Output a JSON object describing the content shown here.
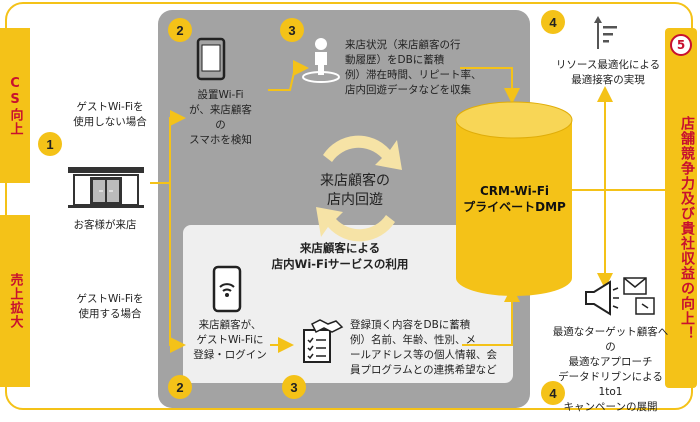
{
  "side": {
    "top_label": "CS向上",
    "bottom_label": "売上拡大"
  },
  "right": {
    "badge": "5",
    "label": "店舗競争力及び貴社収益の向上！"
  },
  "visitor": {
    "badge": "1",
    "label": "お客様が来店"
  },
  "guest_no_wifi": "ゲストWi-Fiを\n使用しない場合",
  "guest_wifi": "ゲストWi-Fiを\n使用する場合",
  "step2_top": {
    "badge": "2",
    "label": "設置Wi-Fi\nが、来店顧客\nの\nスマホを検知"
  },
  "step3_top": {
    "badge": "3",
    "label": "来店状況（来店顧客の行\n動履歴）をDBに蓄積\n例）滞在時間、リピート率、\n店内回遊データなどを収集"
  },
  "center_label": "来店顧客の\n店内回遊",
  "wifi_service": {
    "title": "来店顧客による\n店内Wi-Fiサービスの利用"
  },
  "step2_bottom": {
    "badge": "2",
    "label": "来店顧客が、\nゲストWi-Fiに\n登録・ログイン"
  },
  "step3_bottom": {
    "badge": "3",
    "label": "登録頂く内容をDBに蓄積\n例）名前、年齢、性別、メ\nールアドレス等の個人情報、会\n員プログラムとの連携希望など"
  },
  "database": {
    "label": "CRM-Wi-Fi\nプライベートDMP"
  },
  "step4_top": {
    "badge": "4",
    "label": "リソース最適化による\n最適接客の実現"
  },
  "step4_bottom": {
    "badge": "4",
    "label": "最適なターゲット顧客への\n最適なアプローチ\nデータドリブンによる1to1\nキャンペーンの展開"
  },
  "colors": {
    "accent": "#f4c218",
    "red": "#c8102e",
    "gray": "#a3a3a3",
    "light": "#efefef"
  }
}
